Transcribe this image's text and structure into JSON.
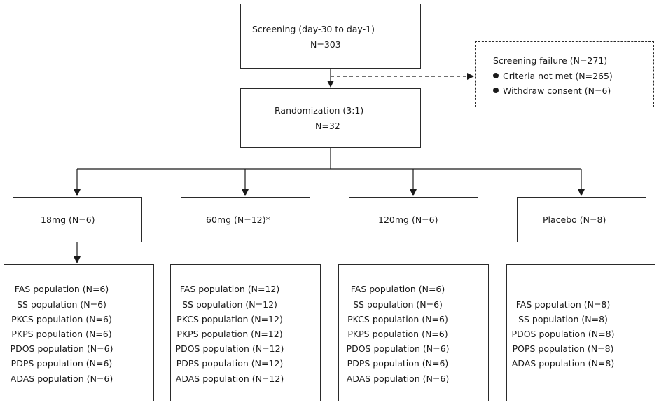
{
  "screening": {
    "line1": "Screening (day-30 to day-1)",
    "line2": "N=303"
  },
  "failure": {
    "title": "Screening failure (N=271)",
    "items": [
      "Criteria not met (N=265)",
      "Withdraw consent (N=6)"
    ]
  },
  "randomization": {
    "line1": "Randomization (3:1)",
    "line2": "N=32"
  },
  "arms": [
    {
      "label": "18mg (N=6)",
      "populations": [
        "FAS population (N=6)",
        "SS population (N=6)",
        "PKCS population (N=6)",
        "PKPS population (N=6)",
        "PDOS population (N=6)",
        "PDPS population (N=6)",
        "ADAS population (N=6)"
      ]
    },
    {
      "label": "60mg (N=12)*",
      "populations": [
        "FAS population (N=12)",
        "SS population (N=12)",
        "PKCS population (N=12)",
        "PKPS population (N=12)",
        "PDOS population (N=12)",
        "PDPS population (N=12)",
        "ADAS population (N=12)"
      ]
    },
    {
      "label": "120mg (N=6)",
      "populations": [
        "FAS population (N=6)",
        "SS population (N=6)",
        "PKCS population (N=6)",
        "PKPS population (N=6)",
        "PDOS population (N=6)",
        "PDPS population (N=6)",
        "ADAS population (N=6)"
      ]
    },
    {
      "label": "Placebo (N=8)",
      "populations": [
        "FAS population (N=8)",
        "SS population (N=8)",
        "PDOS population (N=8)",
        "POPS population (N=8)",
        "ADAS population (N=8)"
      ]
    }
  ]
}
